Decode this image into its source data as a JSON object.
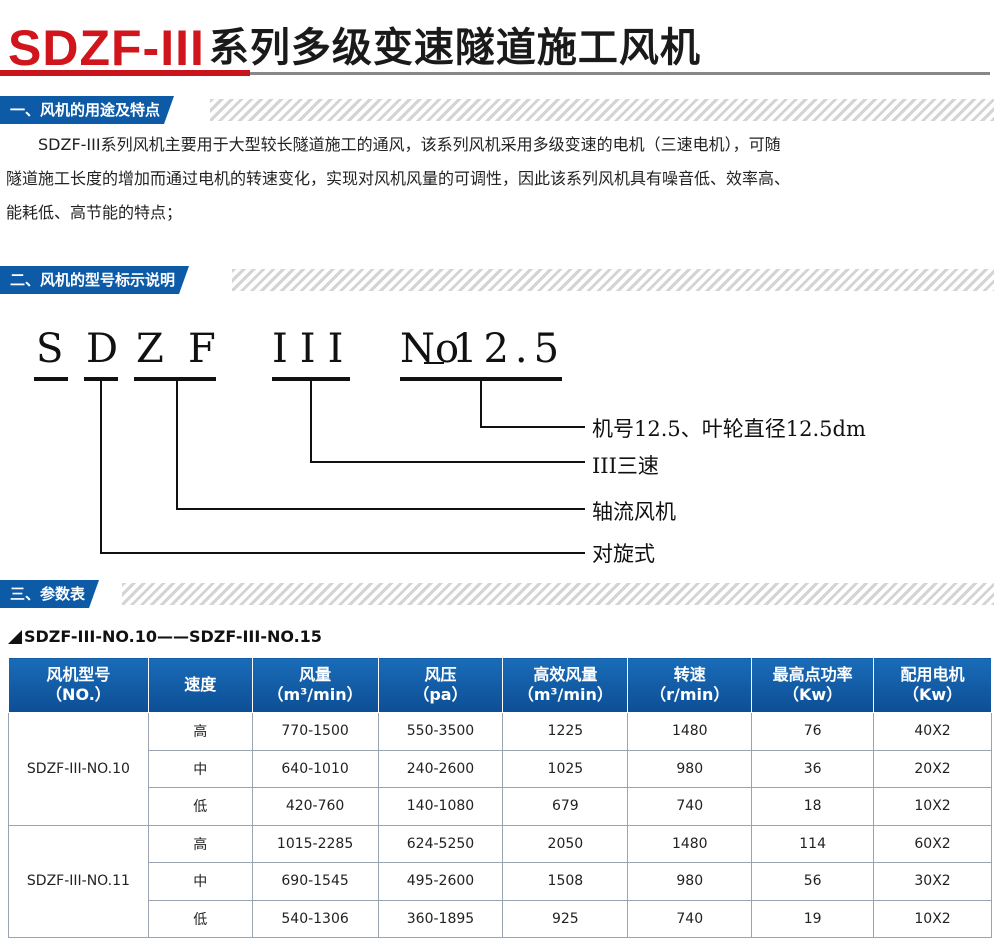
{
  "title": {
    "brand": "SDZF-III",
    "text": "系列多级变速隧道施工风机"
  },
  "section1": {
    "header": "一、风机的用途及特点",
    "lines": [
      "SDZF-III系列风机主要用于大型较长隧道施工的通风，该系列风机采用多级变速的电机（三速电机），可随",
      "隧道施工长度的增加而通过电机的转速变化，实现对风机风量的可调性，因此该系列风机具有噪音低、效率高、",
      "能耗低、高节能的特点；"
    ]
  },
  "section2": {
    "header": "二、风机的型号标示说明",
    "notation": {
      "s": "S",
      "d": "D",
      "z": "Z",
      "f": "F",
      "iii": "III",
      "no": "No",
      "num": "12.5"
    },
    "labels": [
      "机号12.5、叶轮直径12.5dm",
      "III三速",
      "轴流风机",
      "对旋式"
    ]
  },
  "section3": {
    "header": "三、参数表",
    "table_title": "SDZF-III-NO.10——SDZF-III-NO.15",
    "columns": [
      {
        "line1": "风机型号",
        "line2": "（NO.）"
      },
      {
        "line1": "速度",
        "line2": ""
      },
      {
        "line1": "风量",
        "line2": "（m³/min）"
      },
      {
        "line1": "风压",
        "line2": "（pa）"
      },
      {
        "line1": "高效风量",
        "line2": "（m³/min）"
      },
      {
        "line1": "转速",
        "line2": "（r/min）"
      },
      {
        "line1": "最高点功率",
        "line2": "（Kw）"
      },
      {
        "line1": "配用电机",
        "line2": "（Kw）"
      }
    ],
    "groups": [
      {
        "model": "SDZF-III-NO.10",
        "rows": [
          [
            "高",
            "770-1500",
            "550-3500",
            "1225",
            "1480",
            "76",
            "40X2"
          ],
          [
            "中",
            "640-1010",
            "240-2600",
            "1025",
            "980",
            "36",
            "20X2"
          ],
          [
            "低",
            "420-760",
            "140-1080",
            "679",
            "740",
            "18",
            "10X2"
          ]
        ]
      },
      {
        "model": "SDZF-III-NO.11",
        "rows": [
          [
            "高",
            "1015-2285",
            "624-5250",
            "2050",
            "1480",
            "114",
            "60X2"
          ],
          [
            "中",
            "690-1545",
            "495-2600",
            "1508",
            "980",
            "56",
            "30X2"
          ],
          [
            "低",
            "540-1306",
            "360-1895",
            "925",
            "740",
            "19",
            "10X2"
          ]
        ]
      }
    ]
  }
}
